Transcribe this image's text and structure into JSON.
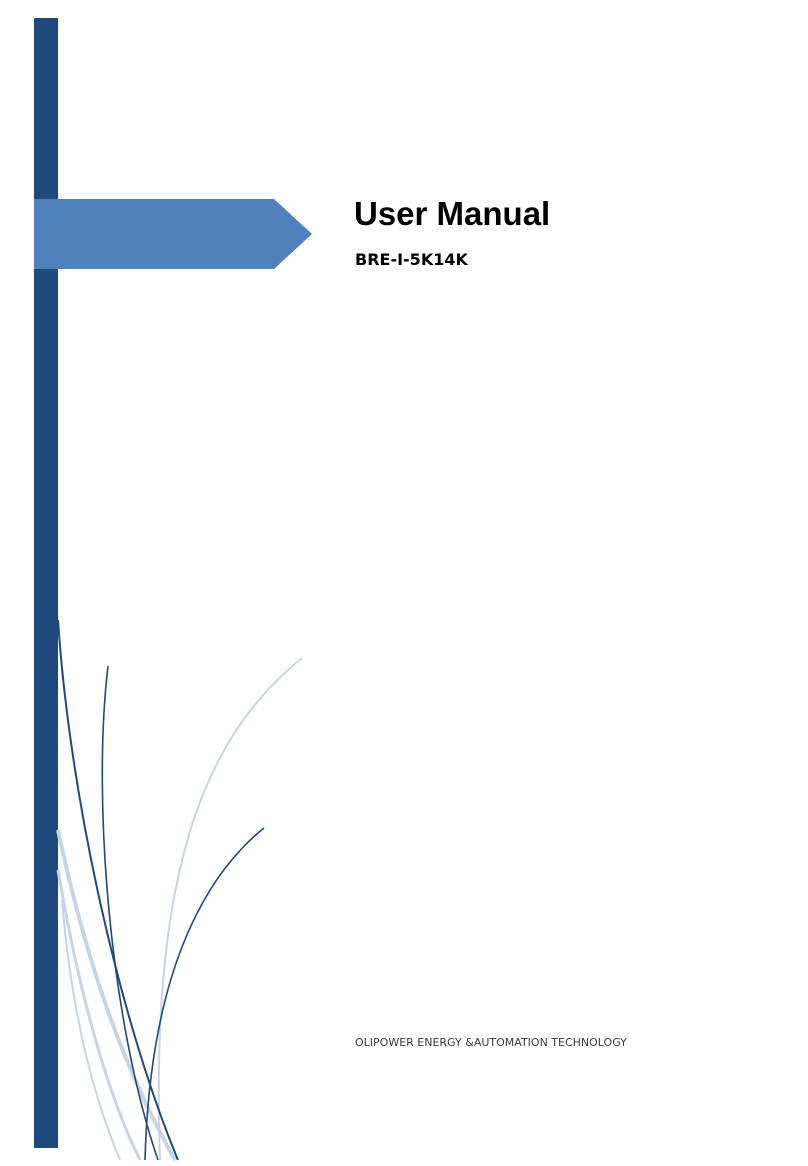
{
  "cover": {
    "title": "User Manual",
    "model": "BRE-I-5K14K",
    "company": "OLIPOWER ENERGY &AUTOMATION TECHNOLOGY"
  },
  "colors": {
    "sidebar": "#1f497d",
    "banner": "#4f81bd",
    "swirl_dark": "#1f497d",
    "swirl_light": "#c6d4e3"
  }
}
